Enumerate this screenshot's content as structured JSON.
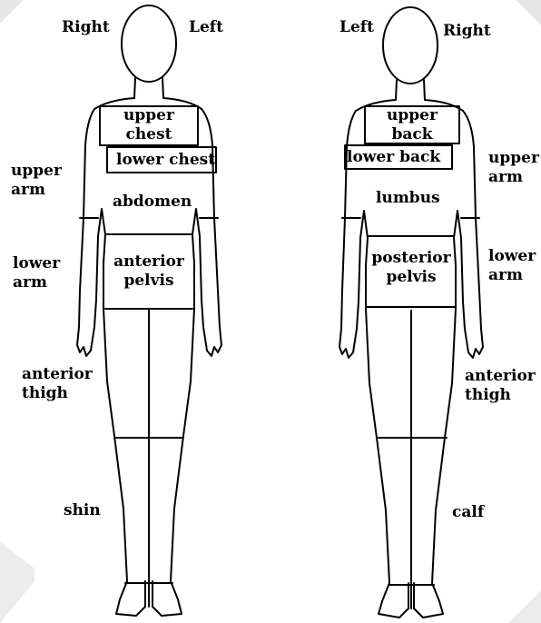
{
  "front": {
    "side_right": "Right",
    "side_left": "Left",
    "upper_chest": [
      "upper",
      "chest"
    ],
    "lower_chest": "lower chest",
    "abdomen": "abdomen",
    "anterior_pelvis": [
      "anterior",
      "pelvis"
    ],
    "upper_arm": [
      "upper",
      "arm"
    ],
    "lower_arm": [
      "lower",
      "arm"
    ],
    "anterior_thigh": [
      "anterior",
      "thigh"
    ],
    "shin": "shin"
  },
  "back": {
    "side_left": "Left",
    "side_right": "Right",
    "upper_back": [
      "upper",
      "back"
    ],
    "lower_back": "lower back",
    "lumbus": "lumbus",
    "posterior_pelvis": [
      "posterior",
      "pelvis"
    ],
    "upper_arm": [
      "upper",
      "arm"
    ],
    "lower_arm": [
      "lower",
      "arm"
    ],
    "anterior_thigh": [
      "anterior",
      "thigh"
    ],
    "calf": "calf"
  },
  "colors": {
    "ink": "#000000",
    "background": "#ffffff",
    "corner_mark": "#e0e0e0"
  }
}
